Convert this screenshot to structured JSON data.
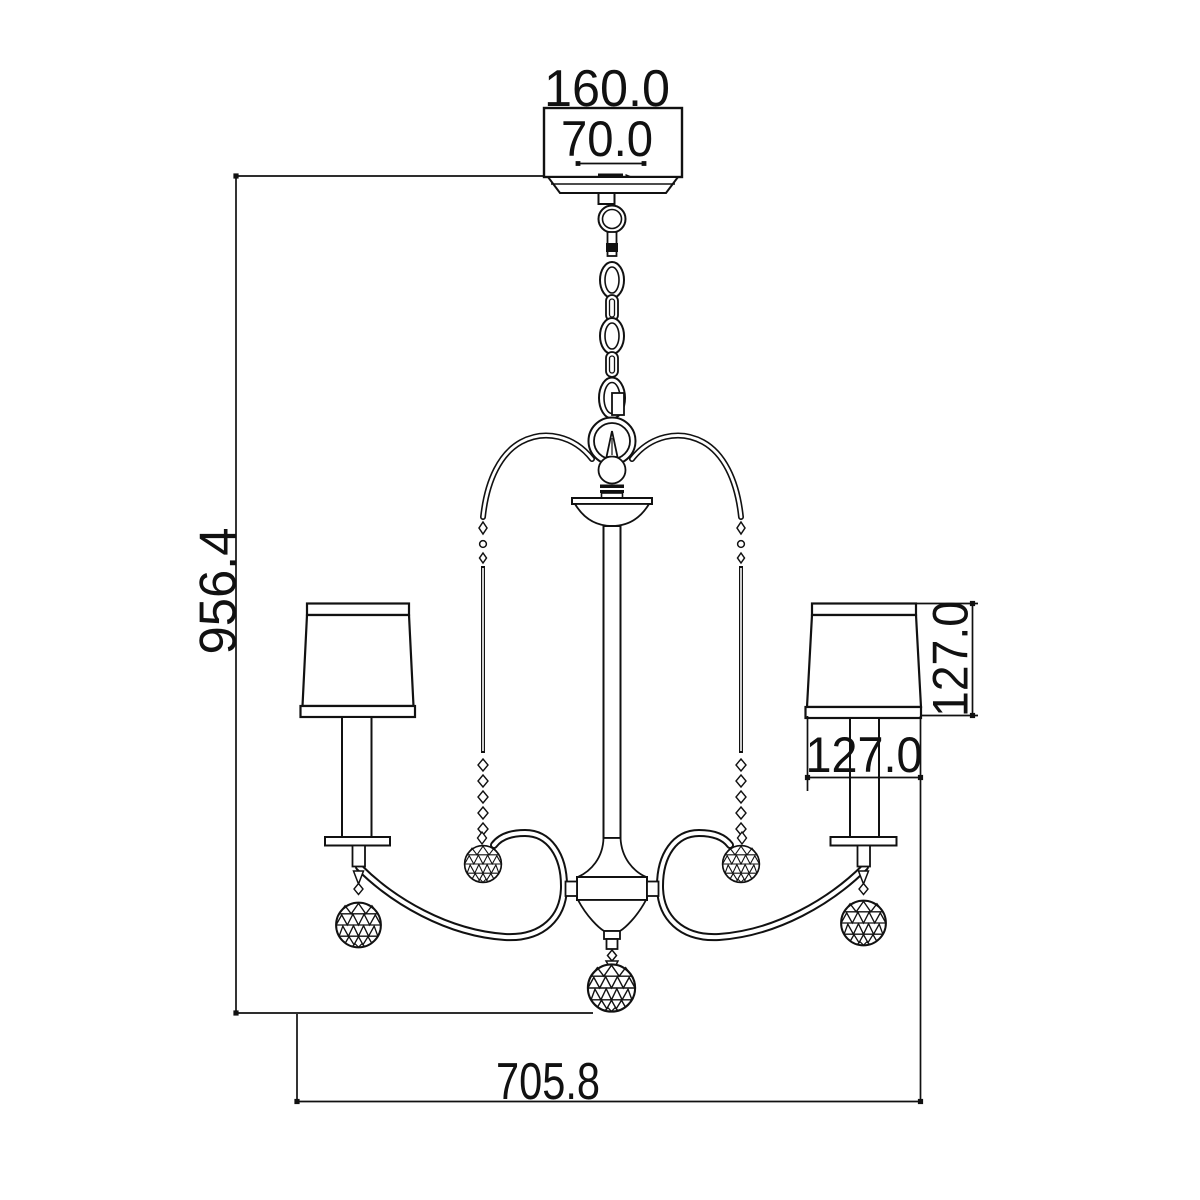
{
  "drawing": {
    "type": "chandelier-dimension-diagram",
    "background_color": "#ffffff",
    "line_color": "#111111"
  },
  "dimensions": {
    "canopy_width": "160.0",
    "canopy_mount_spacing": "70.0",
    "overall_height": "956.4",
    "shade_height": "127.0",
    "shade_diameter": "127.0",
    "overall_width": "705.8"
  }
}
